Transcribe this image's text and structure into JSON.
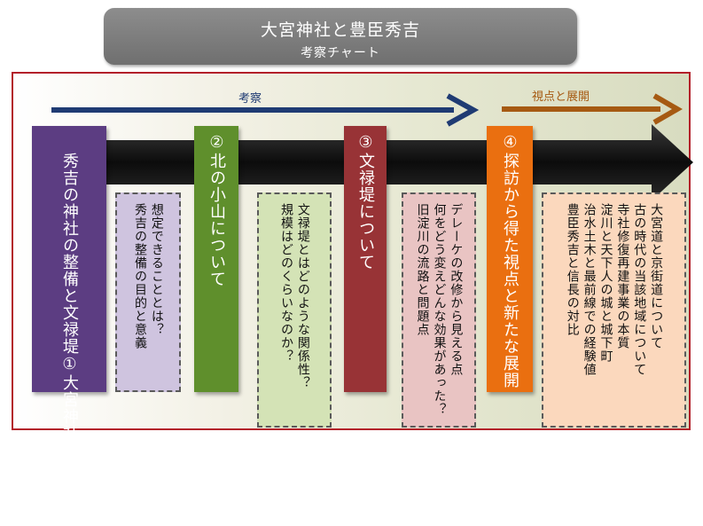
{
  "title": {
    "main": "大宮神社と豊臣秀吉",
    "subtitle": "考察チャート"
  },
  "section_labels": {
    "consideration": "考察",
    "perspectives": "視点と展開"
  },
  "steps": [
    {
      "number": "①",
      "title": "大宮神社と豊臣秀吉",
      "subtitle": "秀吉の神社の整備と文禄堤",
      "color": "#5c3d82"
    },
    {
      "number": "②",
      "title": "北の小山について",
      "color": "#5f8f2c"
    },
    {
      "number": "③",
      "title": "文禄堤について",
      "color": "#983336"
    },
    {
      "number": "④",
      "title": "探訪から得た視点と新たな展開",
      "color": "#ea6f10"
    }
  ],
  "details": [
    {
      "lines": [
        "想定できることとは？",
        "秀吉の整備の目的と意義"
      ],
      "color": "#cfc4df"
    },
    {
      "lines": [
        "文禄堤とはどのような関係性？",
        "規模はどのくらいなのか？"
      ],
      "color": "#d4e3b6"
    },
    {
      "lines": [
        "デレーケの改修から見える点",
        "何をどう変えどんな効果があった？",
        "旧淀川の流路と問題点"
      ],
      "color": "#e9c4c3"
    },
    {
      "lines": [
        "大宮道と京街道について",
        "古の時代の当該地域について",
        "寺社修復再建事業の本質",
        "淀川と天下人の城と城下町",
        "治水土木と最前線での経験値",
        "豊臣秀吉と信長の対比"
      ],
      "color": "#fbd8bd"
    }
  ],
  "colors": {
    "frame_border": "#b3202a",
    "blue_arrow": "#1f3b73",
    "brown_arrow": "#a65a12",
    "main_arrow": "#1c1c1c"
  }
}
